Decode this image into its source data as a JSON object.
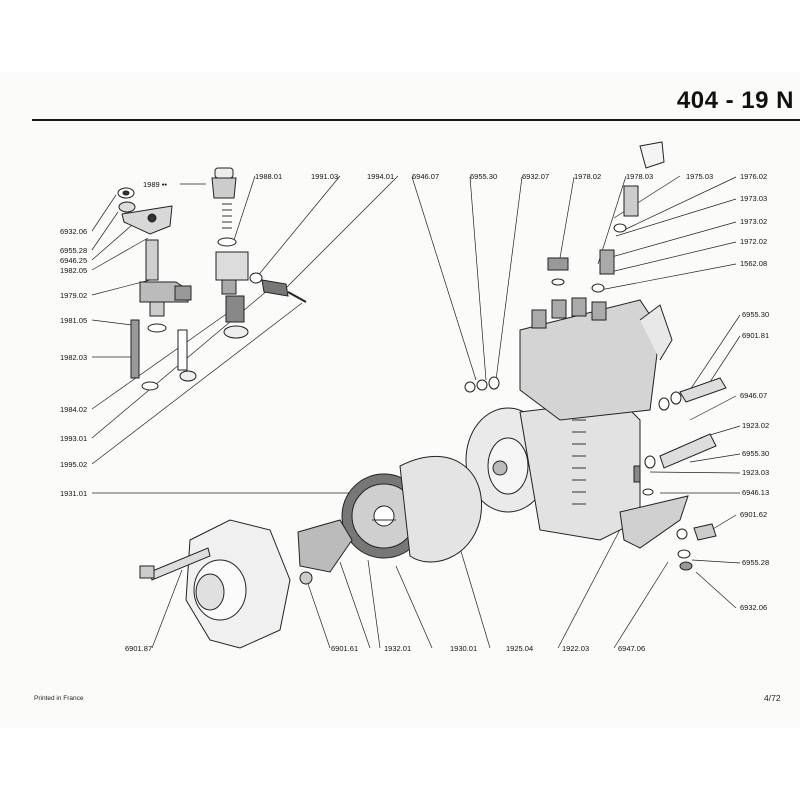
{
  "header": {
    "title": "404 - 19 N"
  },
  "footer": {
    "printed": "Printed in France",
    "page": "4/72"
  },
  "parts": {
    "p6932_06_a": "6932.06",
    "p6955_28_a": "6955.28",
    "p6946_25": "6946.25",
    "p1982_05": "1982.05",
    "p1979_02": "1979.02",
    "p1981_05": "1981.05",
    "p1982_03": "1982.03",
    "p1984_02": "1984.02",
    "p1993_01": "1993.01",
    "p1995_02": "1995.02",
    "p1931_01": "1931.01",
    "p6901_87": "6901.87",
    "p1989": "1989 ••",
    "p1988_01": "1988.01",
    "p1991_03": "1991.03",
    "p1994_01": "1994.01",
    "p6946_07_a": "6946.07",
    "p6955_30_a": "6955.30",
    "p6932_07": "6932.07",
    "p1978_02": "1978.02",
    "p1978_03": "1978.03",
    "p1975_03": "1975.03",
    "p1976_02": "1976.02",
    "p1973_03": "1973.03",
    "p1973_02": "1973.02",
    "p1972_02": "1972.02",
    "p1562_08": "1562.08",
    "p6955_30_b": "6955.30",
    "p6901_81": "6901.81",
    "p6946_07_b": "6946.07",
    "p1923_02": "1923.02",
    "p6955_30_c": "6955.30",
    "p1923_03": "1923.03",
    "p6946_13": "6946.13",
    "p6901_62": "6901.62",
    "p6955_28_b": "6955.28",
    "p6932_06_b": "6932.06",
    "p6901_61": "6901.61",
    "p1932_01": "1932.01",
    "p1930_01": "1930.01",
    "p1925_04": "1925.04",
    "p1922_03": "1922.03",
    "p6947_06": "6947.06"
  }
}
